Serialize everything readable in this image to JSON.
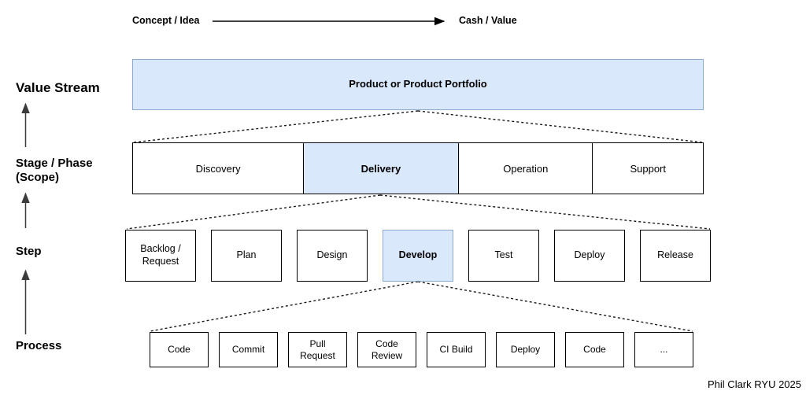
{
  "flow_axis": {
    "left_label": "Concept / Idea",
    "right_label": "Cash / Value"
  },
  "hierarchy_labels": {
    "value_stream": "Value Stream",
    "stage_line1": "Stage / Phase",
    "stage_line2": "(Scope)",
    "step": "Step",
    "process": "Process"
  },
  "value_stream": {
    "items": [
      {
        "label": "Product or Product Portfolio",
        "highlighted": true
      }
    ]
  },
  "stage": {
    "items": [
      {
        "label": "Discovery",
        "highlighted": false
      },
      {
        "label": "Delivery",
        "highlighted": true
      },
      {
        "label": "Operation",
        "highlighted": false
      },
      {
        "label": "Support",
        "highlighted": false
      }
    ]
  },
  "step": {
    "items": [
      {
        "label": "Backlog / Request",
        "highlighted": false
      },
      {
        "label": "Plan",
        "highlighted": false
      },
      {
        "label": "Design",
        "highlighted": false
      },
      {
        "label": "Develop",
        "highlighted": true
      },
      {
        "label": "Test",
        "highlighted": false
      },
      {
        "label": "Deploy",
        "highlighted": false
      },
      {
        "label": "Release",
        "highlighted": false
      }
    ]
  },
  "process": {
    "items": [
      {
        "label": "Code",
        "highlighted": false
      },
      {
        "label": "Commit",
        "highlighted": false
      },
      {
        "label": "Pull Request",
        "highlighted": false
      },
      {
        "label": "Code Review",
        "highlighted": false
      },
      {
        "label": "CI Build",
        "highlighted": false
      },
      {
        "label": "Deploy",
        "highlighted": false
      },
      {
        "label": "Code",
        "highlighted": false
      },
      {
        "label": "...",
        "highlighted": false
      }
    ]
  },
  "credit": "Phil Clark RYU 2025",
  "icons": {
    "flow_arrow": "right-arrow-icon",
    "level_arrows": "up-arrow-icon",
    "expansion_lines": "dashed-fan-lines"
  },
  "colors": {
    "highlight_fill": "#dae8fc",
    "highlight_border": "#8ca9cf",
    "box_border": "#000000",
    "arrow": "#3c3c3c",
    "background": "#ffffff"
  }
}
